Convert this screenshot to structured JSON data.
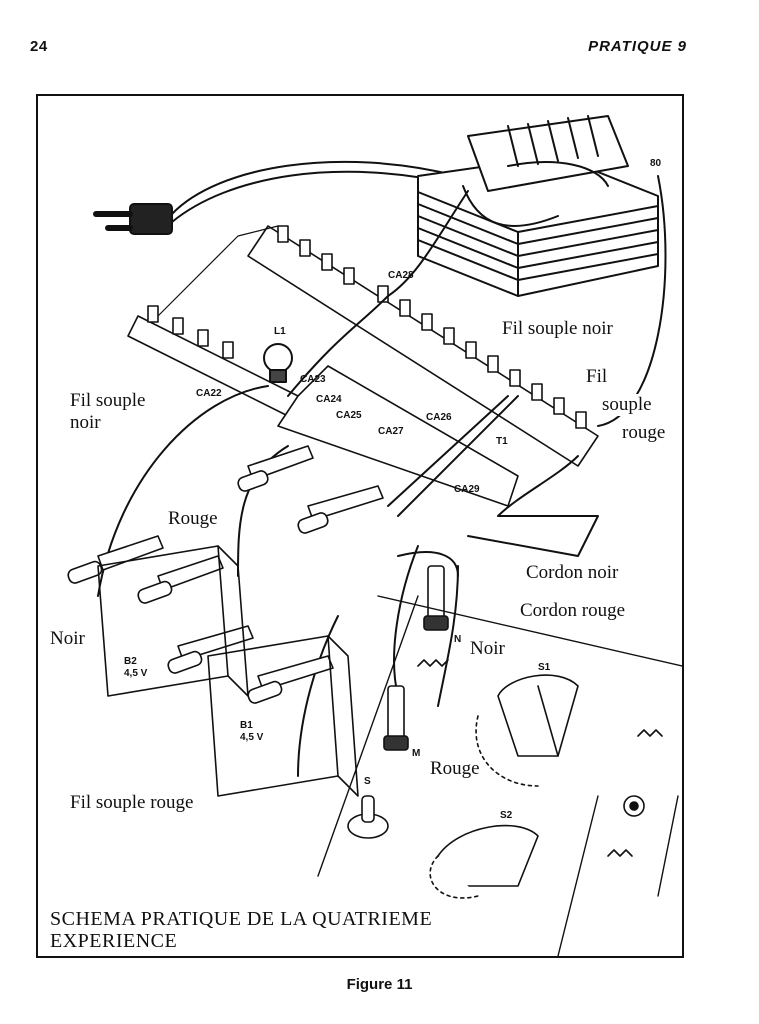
{
  "header": {
    "page_number": "24",
    "running_head": "PRATIQUE 9"
  },
  "figure": {
    "caption_line1": "SCHEMA PRATIQUE DE LA QUATRIEME",
    "caption_line2": "EXPERIENCE",
    "number": "Figure 11",
    "labels": {
      "fil_souple_noir_left": [
        "Fil souple",
        "noir"
      ],
      "fil_souple_noir_right": "Fil souple noir",
      "fil_souple_rouge_right": [
        "Fil",
        "souple",
        "rouge"
      ],
      "fil_souple_rouge_bottom": "Fil souple rouge",
      "rouge_battery": "Rouge",
      "noir_battery": "Noir",
      "cordon_noir": "Cordon noir",
      "cordon_rouge": "Cordon rouge",
      "noir_jack": "Noir",
      "rouge_jack": "Rouge"
    },
    "tags": {
      "l1": "L1",
      "ca22": "CA22",
      "ca23": "CA23",
      "ca24": "CA24",
      "ca25": "CA25",
      "ca26": "CA26",
      "ca27": "CA27",
      "ca28": "CA28",
      "ca29": "CA29",
      "t1": "T1",
      "b2": "B2",
      "b2_voltage": "4,5 V",
      "b1": "B1",
      "b1_voltage": "4,5 V",
      "s1": "S1",
      "s2": "S2",
      "s": "S",
      "n_noir": "N",
      "n_rouge": "M",
      "eighty": "80"
    }
  }
}
